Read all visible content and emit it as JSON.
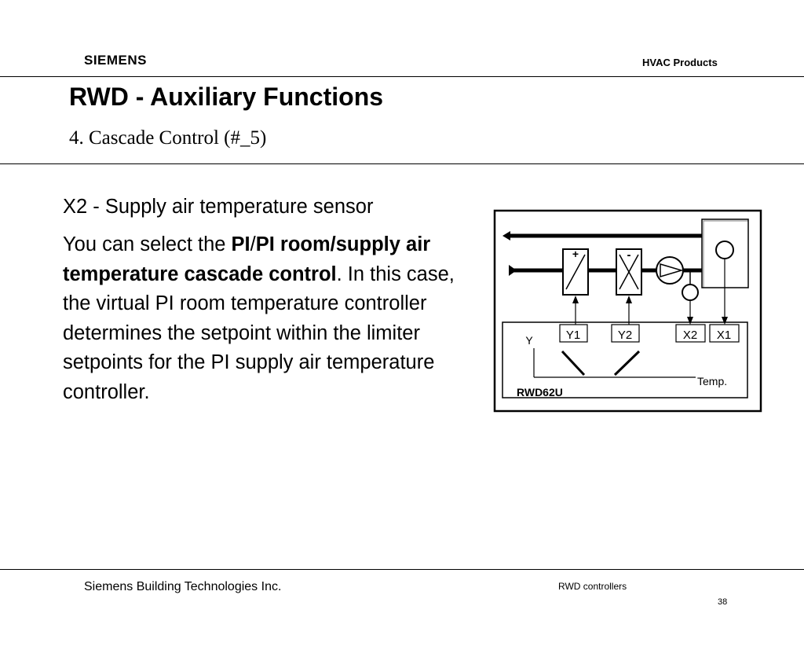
{
  "header": {
    "logo_text": "SIEMENS",
    "division": "HVAC Products"
  },
  "slide": {
    "title": "RWD - Auxiliary Functions",
    "subtitle": "4. Cascade Control (#_5)"
  },
  "body": {
    "line1": "X2 - Supply air temperature sensor",
    "p2_intro": "You can select the ",
    "p2_bold1": "PI",
    "p2_slash": "/",
    "p2_bold2": "PI room/supply air temperature cascade control",
    "p2_rest": ". In this case, the virtual PI room temperature controller determines the setpoint within the limiter setpoints for the PI supply air temperature controller."
  },
  "diagram": {
    "terminals": [
      "Y1",
      "Y2",
      "X2",
      "X1"
    ],
    "y_label": "Y",
    "x_label": "Temp.",
    "device": "RWD62U",
    "heat_sign": "+",
    "cool_sign": "-"
  },
  "footer": {
    "company": "Siemens Building Technologies Inc.",
    "product": "RWD controllers",
    "page": "38"
  }
}
